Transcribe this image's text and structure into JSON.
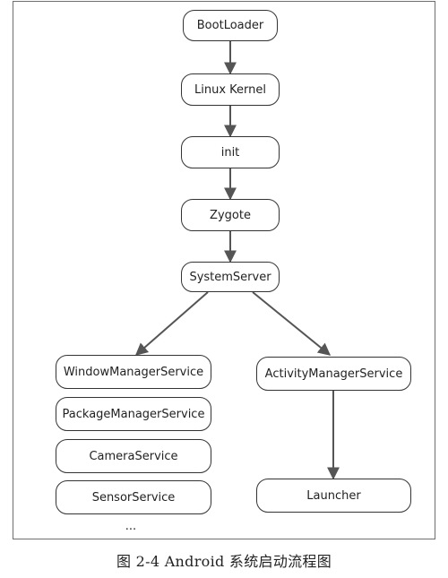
{
  "nodes": {
    "bootloader": "BootLoader",
    "linux_kernel": "Linux Kernel",
    "init": "init",
    "zygote": "Zygote",
    "system_server": "SystemServer",
    "window_manager_service": "WindowManagerService",
    "package_manager_service": "PackageManagerService",
    "camera_service": "CameraService",
    "sensor_service": "SensorService",
    "activity_manager_service": "ActivityManagerService",
    "launcher": "Launcher"
  },
  "ellipsis": "...",
  "caption": "图 2-4   Android 系统启动流程图"
}
